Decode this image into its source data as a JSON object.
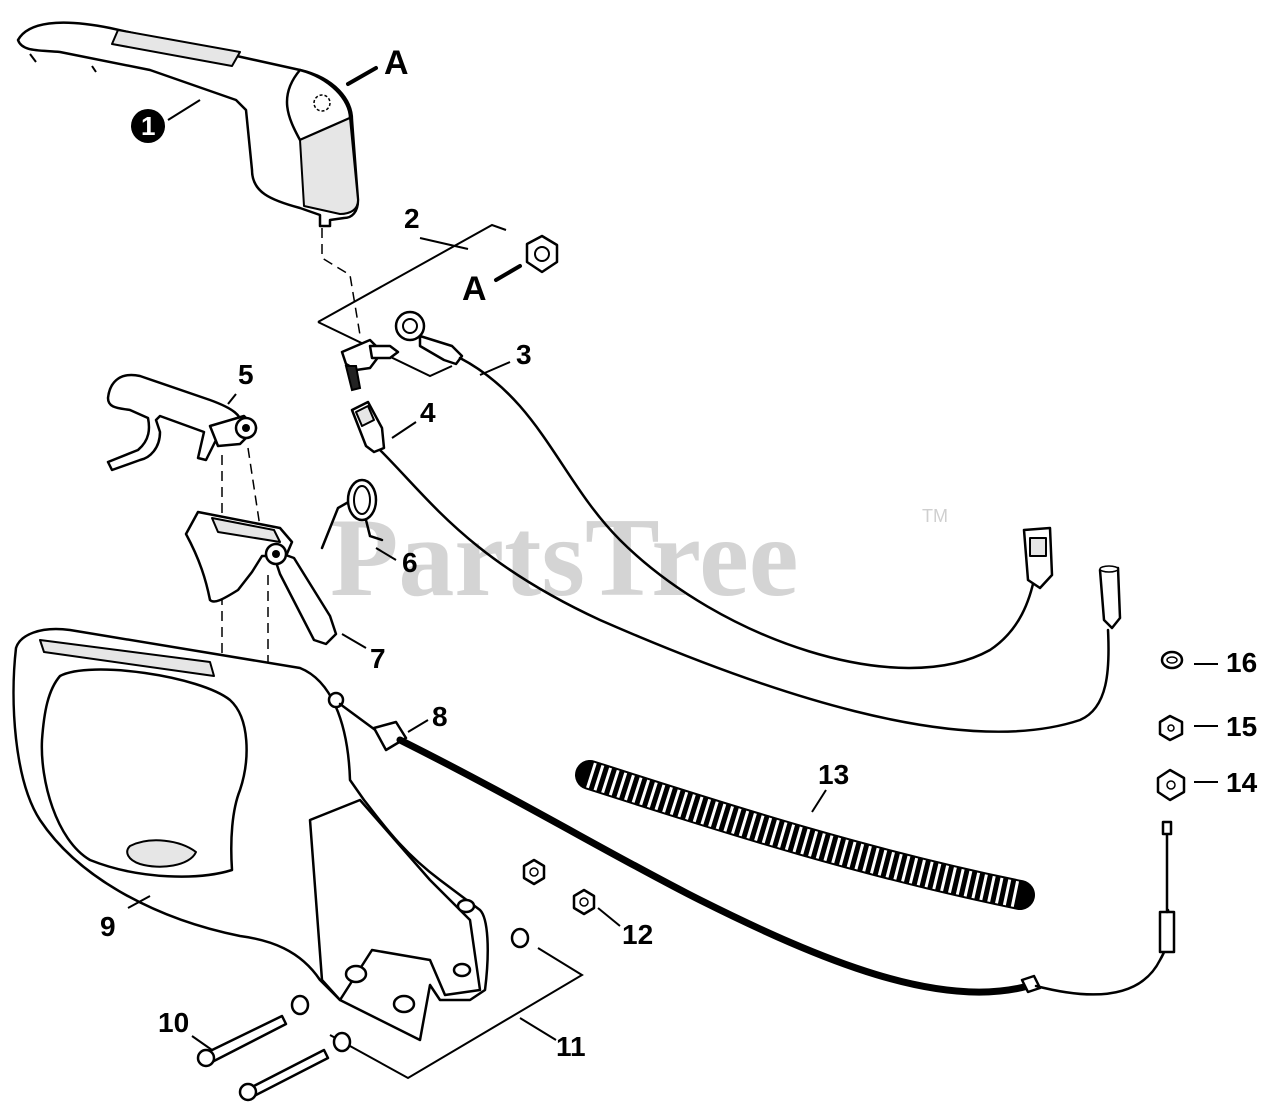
{
  "watermark": {
    "brand": "PartsTree",
    "trademark": "TM"
  },
  "reference_letter": "A",
  "callouts": {
    "p1": "1",
    "p2": "2",
    "p3": "3",
    "p4": "4",
    "p5": "5",
    "p6": "6",
    "p7": "7",
    "p8": "8",
    "p9": "9",
    "p10": "10",
    "p11": "11",
    "p12": "12",
    "p13": "13",
    "p14": "14",
    "p15": "15",
    "p16": "16"
  }
}
